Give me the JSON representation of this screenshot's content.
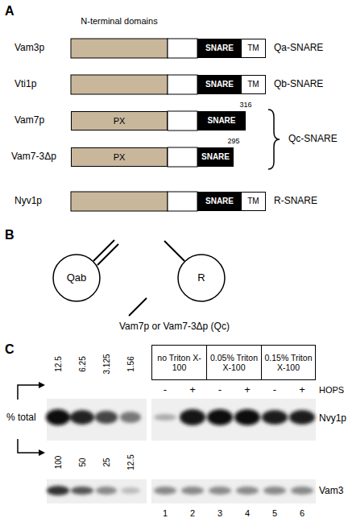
{
  "diagram": {
    "nodes": [
      {
        "text": [
          "SNARE"
        ]
      },
      {
        "text": [
          "TM"
        ]
      },
      {
        "text": [
          "SNARE"
        ]
      },
      {
        "text": [
          "TM"
        ]
      },
      {
        "text": [
          "PX"
        ]
      },
      {
        "text": [
          "SNARE"
        ]
      },
      {
        "text": [
          "PX"
        ]
      },
      {
        "text": [
          "SNARE"
        ]
      },
      {
        "text": [
          "SNARE"
        ]
      },
      {
        "text": [
          "TM"
        ]
      },
      {
        "text": [
          "Qab"
        ]
      },
      {
        "text": [
          "R"
        ]
      },
      {
        "text": [
          "no Triton X-100"
        ]
      },
      {
        "text": [
          "0.05% Triton X-100"
        ]
      },
      {
        "text": [
          "0.15% Triton X-100"
        ]
      }
    ],
    "labels": [
      "A",
      "N-terminal domains",
      "Vam3p",
      "Qa-SNARE",
      "Vti1p",
      "Qb-SNARE",
      "Vam7p",
      "316",
      "Vam7-3Δp",
      "295",
      "Qc-SNARE",
      "Nyv1p",
      "R-SNARE",
      "B",
      "Vam7p or Vam7-3Δp (Qc)",
      "C",
      "12.5",
      "6.25",
      "3.125",
      "1.56",
      "% total",
      "100",
      "50",
      "25",
      "12.5",
      "HOPS",
      "-",
      "+",
      "-",
      "+",
      "-",
      "+",
      "Nvy1p",
      "Vam3",
      "1",
      "2",
      "3",
      "4",
      "5",
      "6"
    ]
  }
}
